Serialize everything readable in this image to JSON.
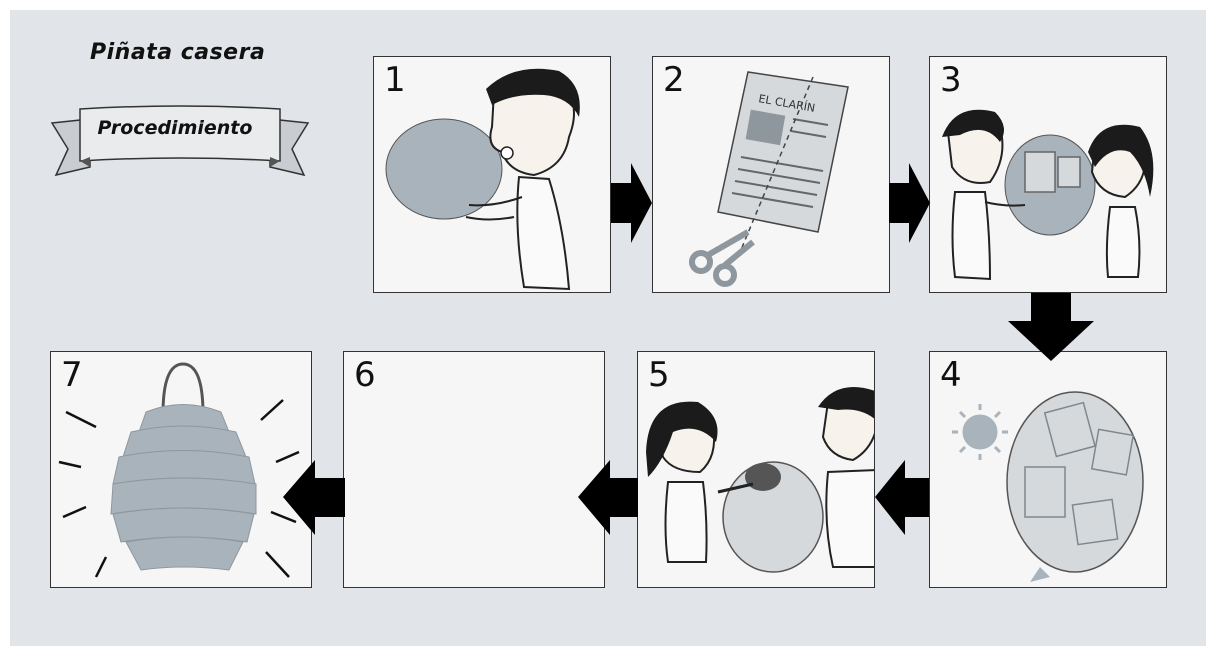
{
  "title": "Piñata casera",
  "banner": "Procedimiento",
  "steps": [
    {
      "number": "1",
      "illustration": "boy-inflating-balloon"
    },
    {
      "number": "2",
      "illustration": "newspaper-and-scissors"
    },
    {
      "number": "3",
      "illustration": "children-covering-balloon-with-paper"
    },
    {
      "number": "4",
      "illustration": "balloon-drying-in-sun"
    },
    {
      "number": "5",
      "illustration": "children-cutting-balloon-opening"
    },
    {
      "number": "6",
      "illustration": "empty"
    },
    {
      "number": "7",
      "illustration": "finished-pinata"
    }
  ],
  "newspaper_masthead": "EL CLARÍN",
  "colors": {
    "background": "#e1e5e9",
    "panel": "#f6f6f6",
    "balloon": "#a9b3bb",
    "arrow": "#000000"
  }
}
